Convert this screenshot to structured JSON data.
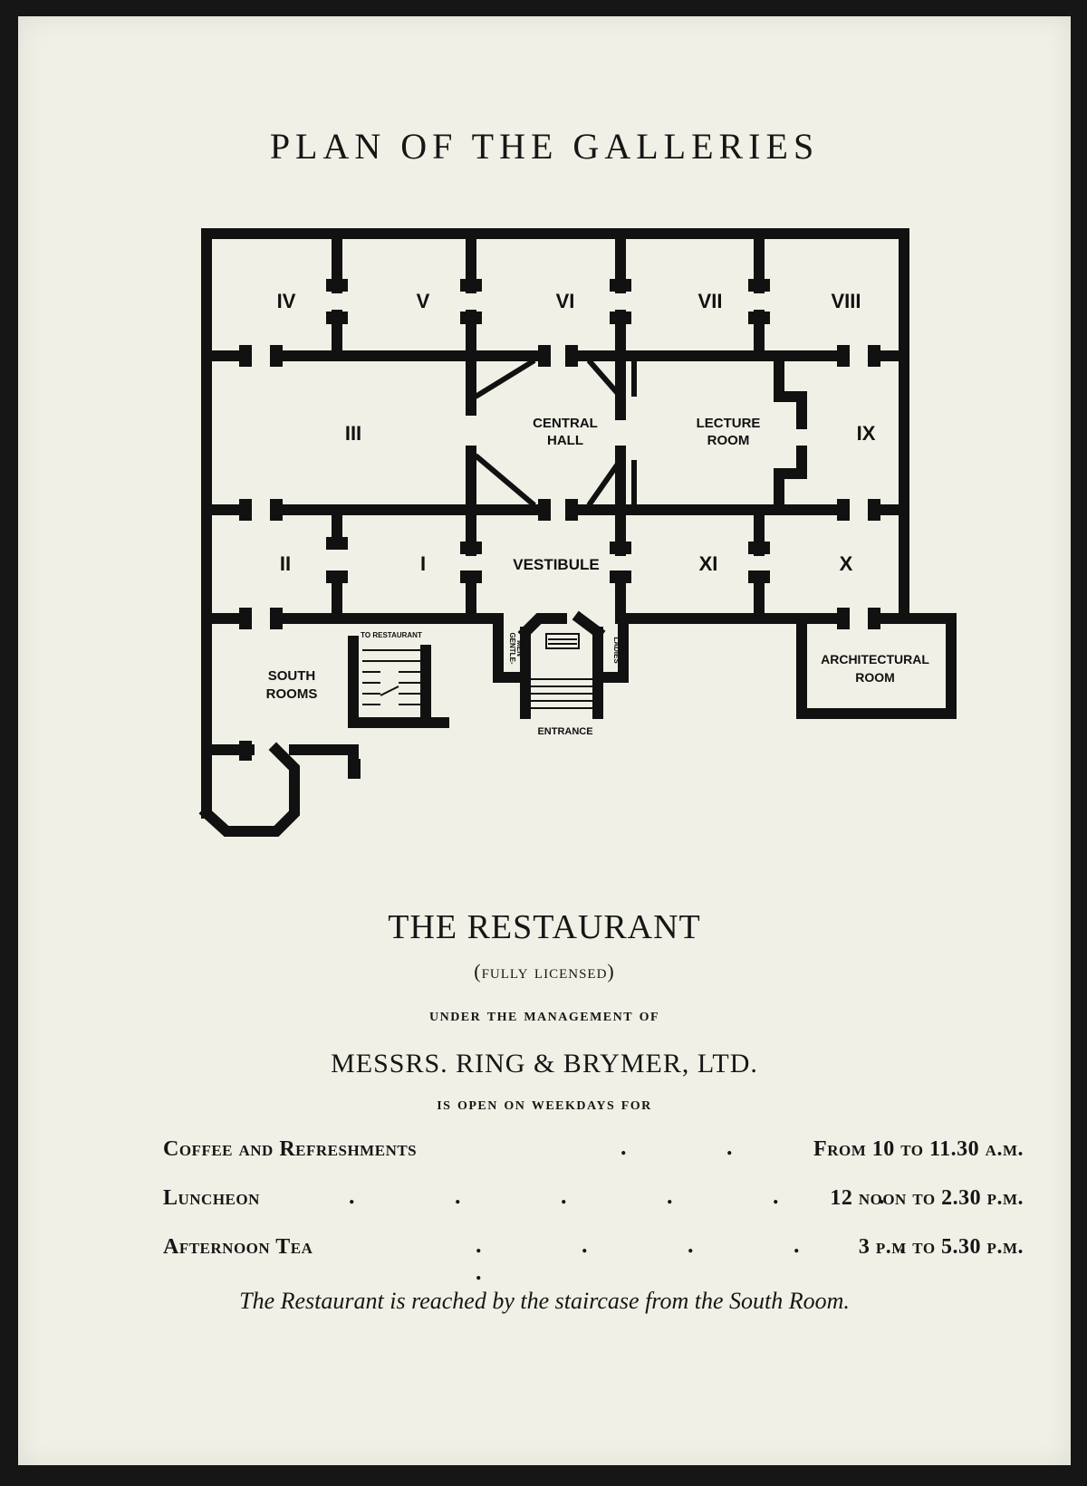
{
  "title": "PLAN OF THE GALLERIES",
  "plan": {
    "rooms": {
      "iv": "IV",
      "v": "V",
      "vi": "VI",
      "vii": "VII",
      "viii": "VIII",
      "iii": "III",
      "central_hall_1": "CENTRAL",
      "central_hall_2": "HALL",
      "lecture_room_1": "LECTURE",
      "lecture_room_2": "ROOM",
      "ix": "IX",
      "ii": "II",
      "i": "I",
      "vestibule": "VESTIBULE",
      "xi": "XI",
      "x": "X",
      "south_rooms_1": "SOUTH",
      "south_rooms_2": "ROOMS",
      "to_restaurant": "TO RESTAURANT",
      "gentlemen_1": "GENTLE-",
      "gentlemen_2": "MEN",
      "ladies": "LADIES",
      "entrance": "ENTRANCE",
      "architectural_room_1": "ARCHITECTURAL",
      "architectural_room_2": "ROOM"
    }
  },
  "restaurant": {
    "title": "THE RESTAURANT",
    "licensed": "(fully licensed)",
    "management": "under the management of",
    "company": "MESSRS. RING & BRYMER, LTD.",
    "open": "is open on weekdays for",
    "hours": [
      {
        "name": "Coffee and Refreshments",
        "dots": ". .",
        "time": "From 10 to 11.30 a.m."
      },
      {
        "name": "Luncheon",
        "dots": ". . . . . .",
        "time": "12 noon to 2.30 p.m."
      },
      {
        "name": "Afternoon Tea",
        "dots": ". . . . . .",
        "time": "3 p.m to 5.30 p.m."
      }
    ],
    "note": "The Restaurant is reached by the staircase from the South Room."
  }
}
